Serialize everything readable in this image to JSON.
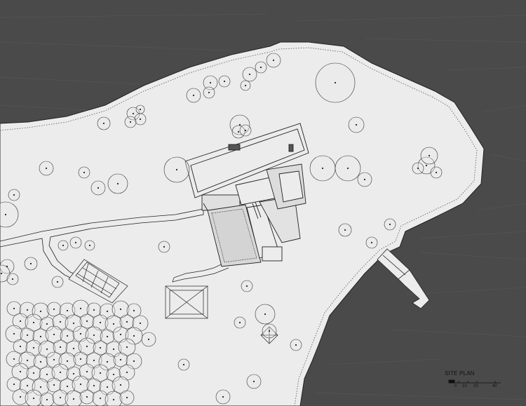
{
  "title": "SITE PLAN",
  "scale_bar": {
    "labels": [
      "0",
      "10",
      "20",
      "40"
    ]
  },
  "colors": {
    "water": "#4a4a4a",
    "land": "#ececec",
    "line": "#222222",
    "tree_fill": "#dedede"
  }
}
